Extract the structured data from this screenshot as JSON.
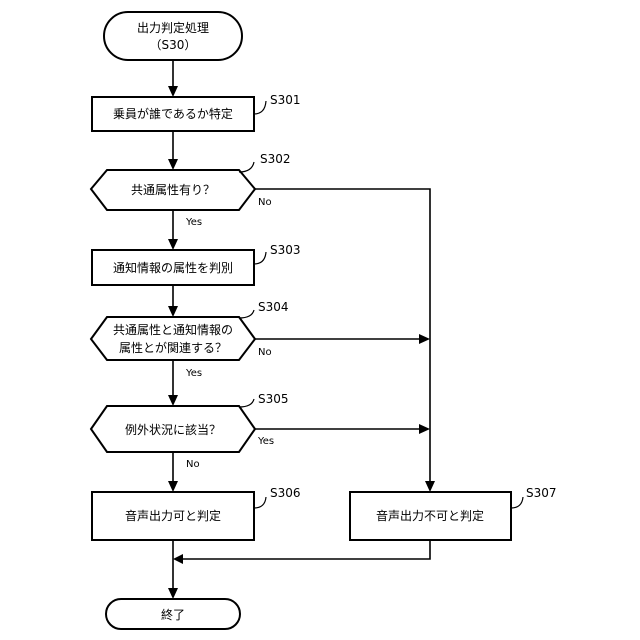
{
  "nodes": {
    "start": {
      "line1": "出力判定処理",
      "line2": "（S30）"
    },
    "s301": {
      "label": "乗員が誰であるか特定",
      "step": "S301"
    },
    "s302": {
      "label": "共通属性有り？",
      "step": "S302"
    },
    "s303": {
      "label": "通知情報の属性を判別",
      "step": "S303"
    },
    "s304": {
      "line1": "共通属性と通知情報の",
      "line2": "属性とが関連する？",
      "step": "S304"
    },
    "s305": {
      "label": "例外状況に該当？",
      "step": "S305"
    },
    "s306": {
      "label": "音声出力可と判定",
      "step": "S306"
    },
    "s307": {
      "label": "音声出力不可と判定",
      "step": "S307"
    },
    "end": {
      "label": "終了"
    }
  },
  "branches": {
    "s302_yes": "Yes",
    "s302_no": "No",
    "s304_yes": "Yes",
    "s304_no": "No",
    "s305_yes": "Yes",
    "s305_no": "No"
  }
}
